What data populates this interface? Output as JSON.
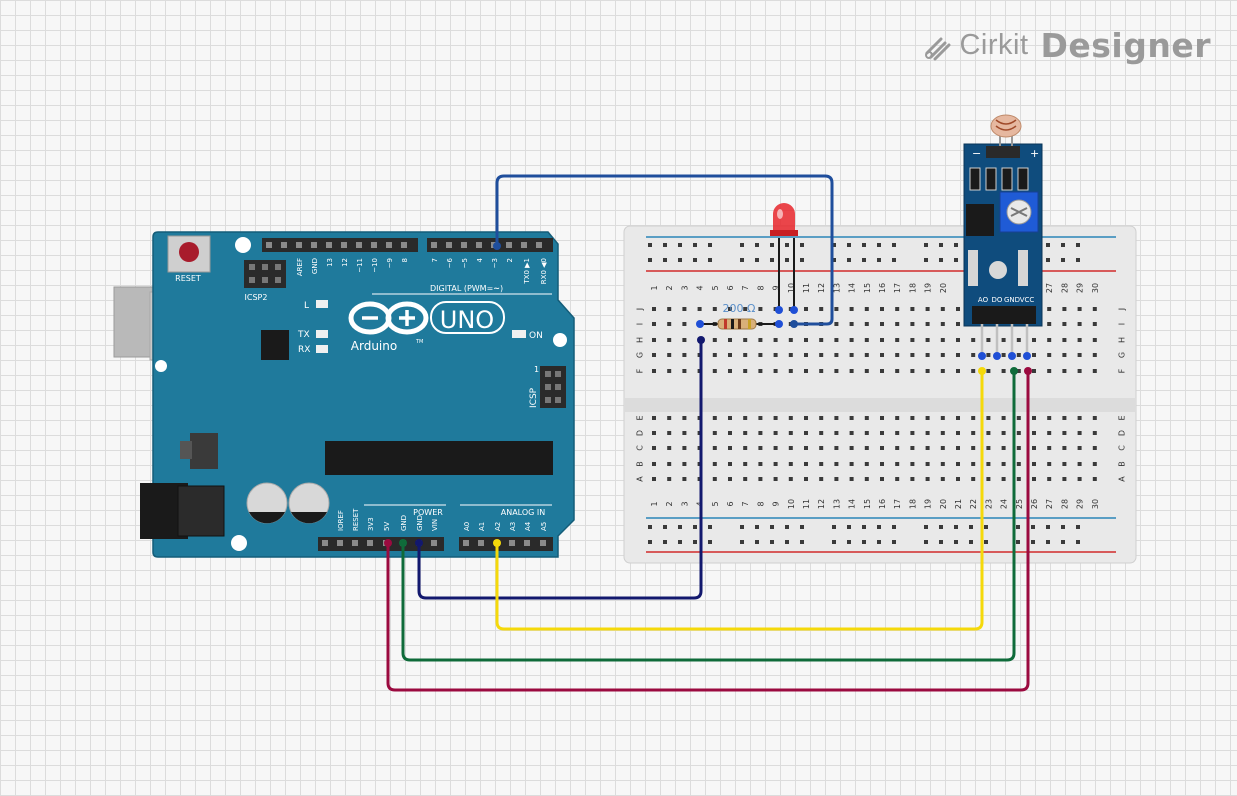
{
  "brand": {
    "name_light": "Cirkit",
    "name_bold": "Designer",
    "logo_icon": "cirkit-logo-icon"
  },
  "arduino": {
    "reset": "RESET",
    "icsp2": "ICSP2",
    "icsp": "ICSP",
    "icsp_pin": "1",
    "l": "L",
    "tx": "TX",
    "rx": "RX",
    "on": "ON",
    "digital": "DIGITAL (PWM=",
    "digital_tilde": "~",
    "digital_close": ")",
    "logo": "Arduino",
    "tm": "TM",
    "uno": "UNO",
    "power": "POWER",
    "analog_in": "ANALOG IN",
    "top_headers": [
      "AREF",
      "GND",
      "13",
      "12",
      "~11",
      "~10",
      "~9",
      "8",
      "7",
      "~6",
      "~5",
      "4",
      "~3",
      "2",
      "TX0 ▶1",
      "RX0 ◀0"
    ],
    "bottom_headers": [
      "IOREF",
      "RESET",
      "3V3",
      "5V",
      "GND",
      "GND",
      "VIN",
      "A0",
      "A1",
      "A2",
      "A3",
      "A4",
      "A5"
    ]
  },
  "breadboard": {
    "columns": [
      "1",
      "2",
      "3",
      "4",
      "5",
      "6",
      "7",
      "8",
      "9",
      "10",
      "11",
      "12",
      "13",
      "14",
      "15",
      "16",
      "17",
      "18",
      "19",
      "20",
      "21",
      "22",
      "23",
      "24",
      "25",
      "26",
      "27",
      "28",
      "29",
      "30"
    ],
    "rows_top": [
      "J",
      "I",
      "H",
      "G",
      "F"
    ],
    "rows_bottom": [
      "E",
      "D",
      "C",
      "B",
      "A"
    ]
  },
  "resistor": {
    "label": "200 Ω"
  },
  "sensor": {
    "pins": [
      "AO",
      "DO",
      "GND",
      "VCC"
    ],
    "plus": "+",
    "minus": "−"
  },
  "wires": {
    "blue": "#1f4e9c",
    "navy": "#12186e",
    "yellow": "#f5d90a",
    "green": "#0f6b3a",
    "maroon": "#9b0a3f"
  }
}
